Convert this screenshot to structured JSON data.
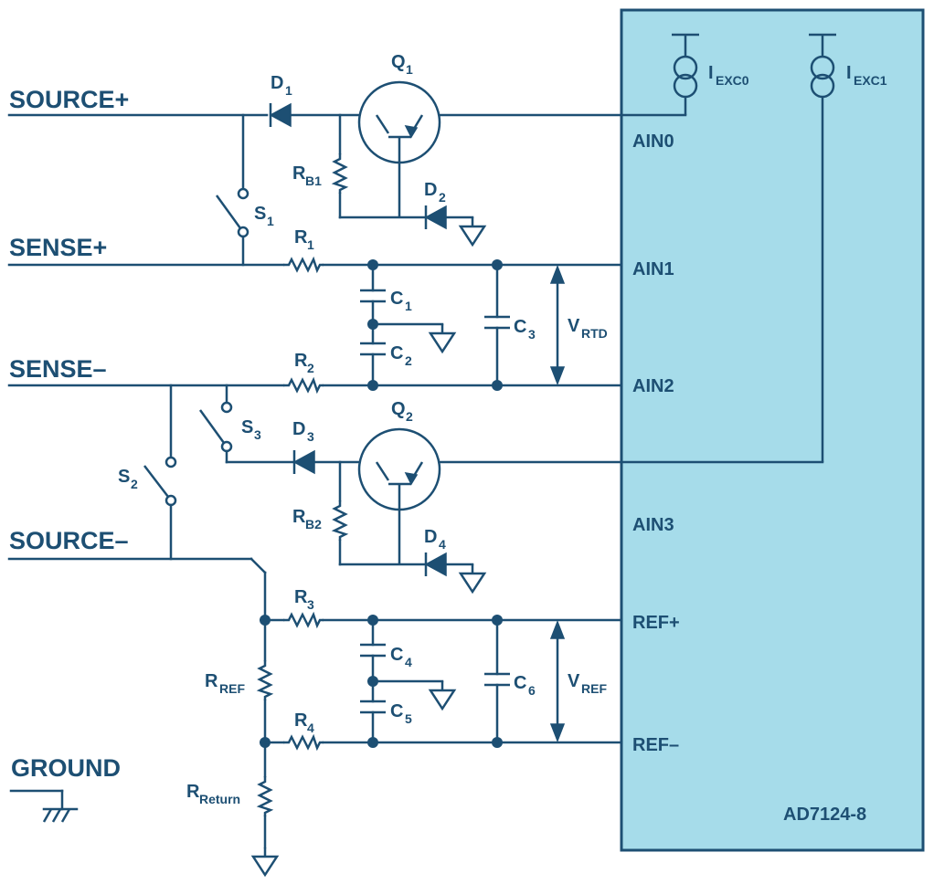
{
  "chip": {
    "name": "AD7124-8",
    "pins": [
      "AIN0",
      "AIN1",
      "AIN2",
      "AIN3",
      "REF+",
      "REF–"
    ]
  },
  "terminals": [
    "SOURCE+",
    "SENSE+",
    "SENSE–",
    "SOURCE–",
    "GROUND"
  ],
  "sources": [
    {
      "main": "I",
      "sub": "EXC0"
    },
    {
      "main": "I",
      "sub": "EXC1"
    }
  ],
  "components": {
    "q1": {
      "main": "Q",
      "sub": "1"
    },
    "q2": {
      "main": "Q",
      "sub": "2"
    },
    "d1": {
      "main": "D",
      "sub": "1"
    },
    "d2": {
      "main": "D",
      "sub": "2"
    },
    "d3": {
      "main": "D",
      "sub": "3"
    },
    "d4": {
      "main": "D",
      "sub": "4"
    },
    "s1": {
      "main": "S",
      "sub": "1"
    },
    "s2": {
      "main": "S",
      "sub": "2"
    },
    "s3": {
      "main": "S",
      "sub": "3"
    },
    "rb1": {
      "main": "R",
      "sub": "B1"
    },
    "rb2": {
      "main": "R",
      "sub": "B2"
    },
    "r1": {
      "main": "R",
      "sub": "1"
    },
    "r2": {
      "main": "R",
      "sub": "2"
    },
    "r3": {
      "main": "R",
      "sub": "3"
    },
    "r4": {
      "main": "R",
      "sub": "4"
    },
    "rref": {
      "main": "R",
      "sub": "REF"
    },
    "rreturn": {
      "main": "R",
      "sub": "Return"
    },
    "c1": {
      "main": "C",
      "sub": "1"
    },
    "c2": {
      "main": "C",
      "sub": "2"
    },
    "c3": {
      "main": "C",
      "sub": "3"
    },
    "c4": {
      "main": "C",
      "sub": "4"
    },
    "c5": {
      "main": "C",
      "sub": "5"
    },
    "c6": {
      "main": "C",
      "sub": "6"
    }
  },
  "voltages": {
    "vrtd": {
      "main": "V",
      "sub": "RTD"
    },
    "vref": {
      "main": "V",
      "sub": "REF"
    }
  },
  "colors": {
    "wire": "#1d4f73",
    "chip_fill": "#a6dcea"
  }
}
